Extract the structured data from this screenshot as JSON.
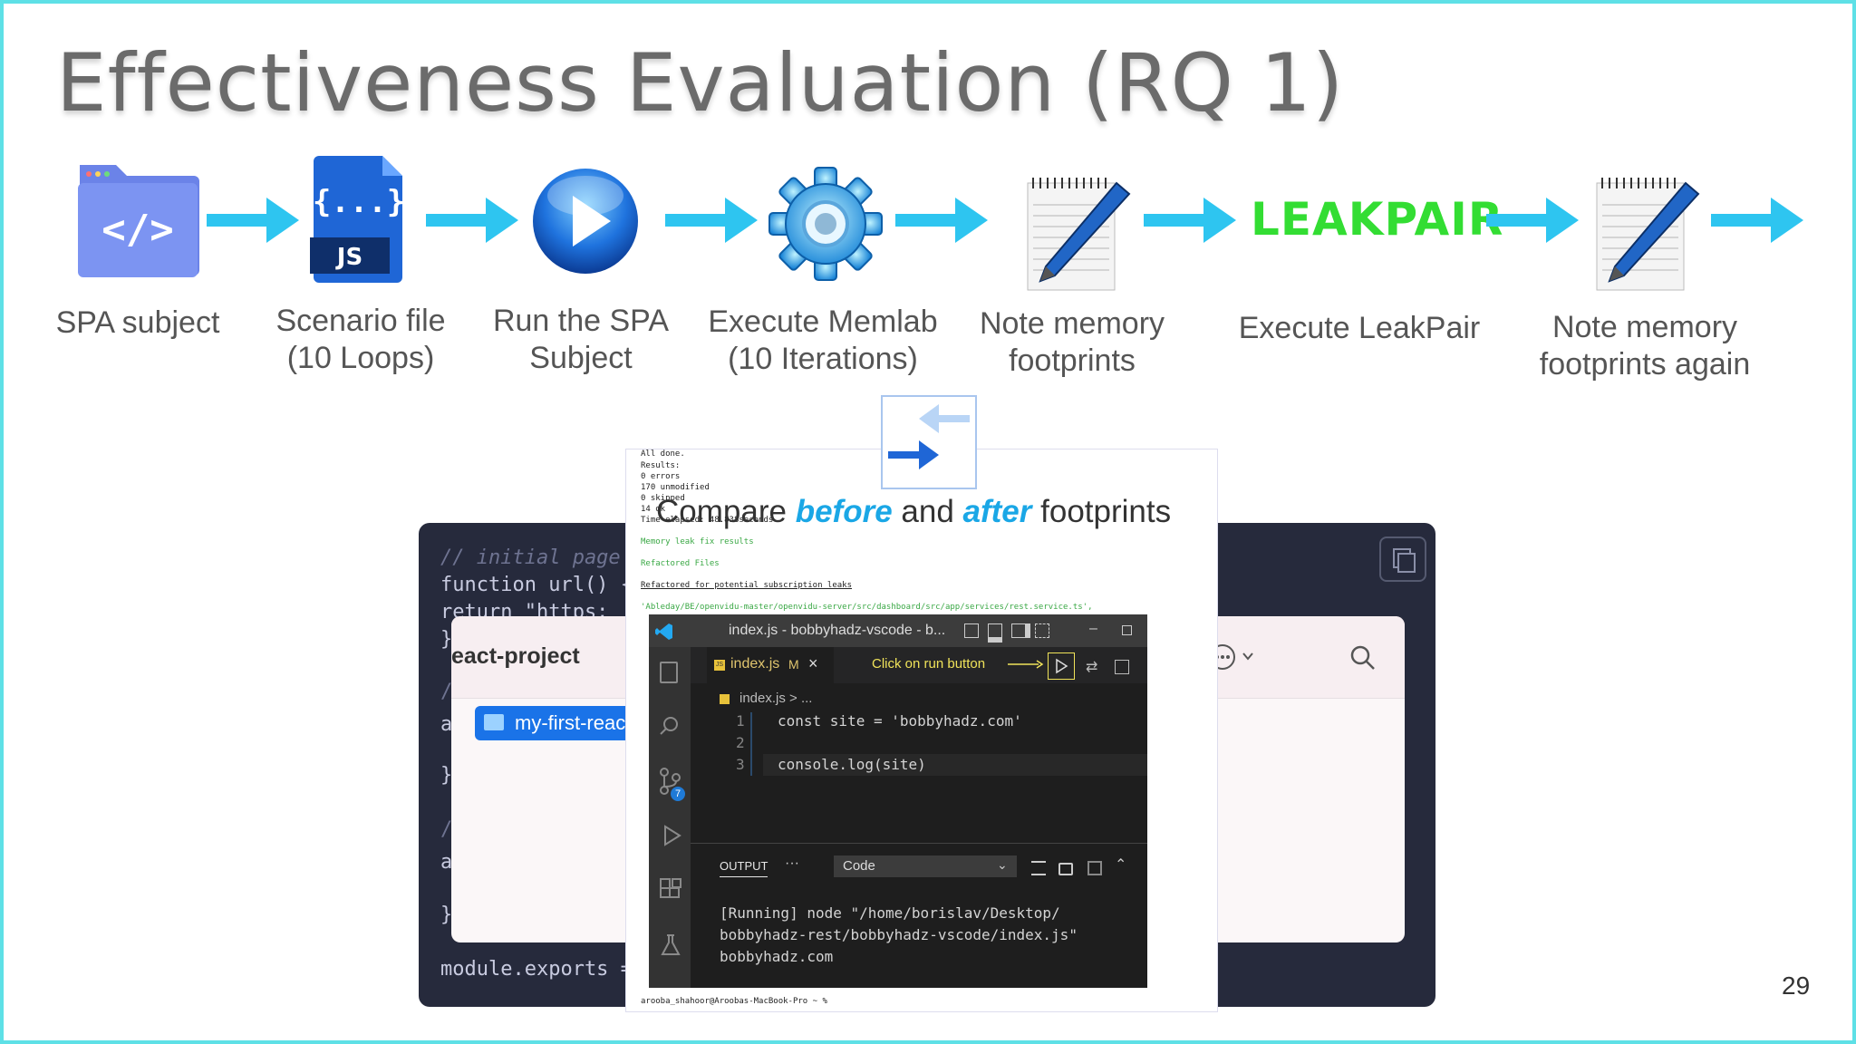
{
  "slide": {
    "title": "Effectiveness Evaluation (RQ 1)",
    "page_number": "29"
  },
  "pipeline": {
    "steps": [
      {
        "icon": "folder-code-icon",
        "label": [
          "SPA subject"
        ]
      },
      {
        "icon": "js-file-icon",
        "icon_text": "JS",
        "label": [
          "Scenario file",
          "(10 Loops)"
        ]
      },
      {
        "icon": "play-button-icon",
        "label": [
          "Run the SPA",
          "Subject"
        ]
      },
      {
        "icon": "gear-icon",
        "label": [
          "Execute Memlab",
          "(10 Iterations)"
        ]
      },
      {
        "icon": "notepad-pen-icon",
        "label": [
          "Note memory",
          "footprints"
        ]
      },
      {
        "icon": "leakpair-logo",
        "logo_text": "LEAKPAIR",
        "label": [
          "Execute LeakPair"
        ]
      },
      {
        "icon": "notepad-pen-icon",
        "label": [
          "Note memory",
          "footprints again"
        ]
      }
    ],
    "arrow_color": "#2ec5f0"
  },
  "compare_caption": {
    "prefix": "Compare",
    "before": "before",
    "middle": "and",
    "after": "after",
    "suffix": "footprints"
  },
  "code_editor": {
    "lines": [
      "// initial page",
      "function url() {",
      "  return \"https:",
      "}",
      "/",
      "a",
      "}",
      "/",
      "a",
      "}",
      "module.exports ="
    ]
  },
  "finder": {
    "title": "eact-project",
    "selected_item": "my-first-react"
  },
  "terminal": {
    "lines": [
      "All done.",
      "Results:",
      "0 errors",
      "170 unmodified",
      "0 skipped",
      "14 ok",
      "Time elapsed: 48.838seconds",
      "Memory leak fix results",
      "Refactored Files",
      "Refactored for potential subscription leaks",
      "'Ableday/BE/openvidu-master/openvidu-server/src/dashboard/src/app/services/rest.service.ts',",
      "arooba_shahoor@Aroobas-MacBook-Pro ~ %"
    ]
  },
  "vscode": {
    "window_title": "index.js - bobbyhadz-vscode - b...",
    "tab_label": "index.js",
    "tab_status": "M",
    "breadcrumb": "index.js > ...",
    "annotation": "Click on run button",
    "badge_count": "7",
    "code": [
      {
        "num": "1",
        "text": "const site = 'bobbyhadz.com'"
      },
      {
        "num": "2",
        "text": ""
      },
      {
        "num": "3",
        "text": "console.log(site)"
      }
    ],
    "panel_tab": "OUTPUT",
    "panel_more": "···",
    "output_channel": "Code",
    "output": [
      "[Running] node \"/home/borislav/Desktop/",
      "bobbyhadz-rest/bobbyhadz-vscode/index.js\"",
      "bobbyhadz.com"
    ]
  }
}
